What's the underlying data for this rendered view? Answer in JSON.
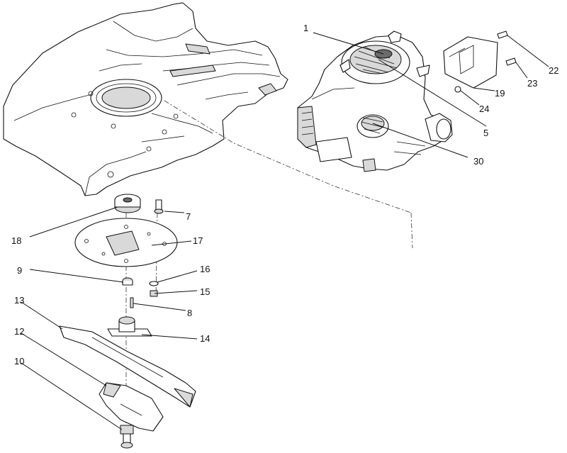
{
  "callouts": [
    {
      "id": "1",
      "label": "1"
    },
    {
      "id": "5",
      "label": "5"
    },
    {
      "id": "30",
      "label": "30"
    },
    {
      "id": "22",
      "label": "22"
    },
    {
      "id": "23",
      "label": "23"
    },
    {
      "id": "19",
      "label": "19"
    },
    {
      "id": "24",
      "label": "24"
    },
    {
      "id": "7",
      "label": "7"
    },
    {
      "id": "18",
      "label": "18"
    },
    {
      "id": "17",
      "label": "17"
    },
    {
      "id": "9",
      "label": "9"
    },
    {
      "id": "16",
      "label": "16"
    },
    {
      "id": "15",
      "label": "15"
    },
    {
      "id": "8",
      "label": "8"
    },
    {
      "id": "13",
      "label": "13"
    },
    {
      "id": "14",
      "label": "14"
    },
    {
      "id": "12",
      "label": "12"
    },
    {
      "id": "10",
      "label": "10"
    }
  ]
}
